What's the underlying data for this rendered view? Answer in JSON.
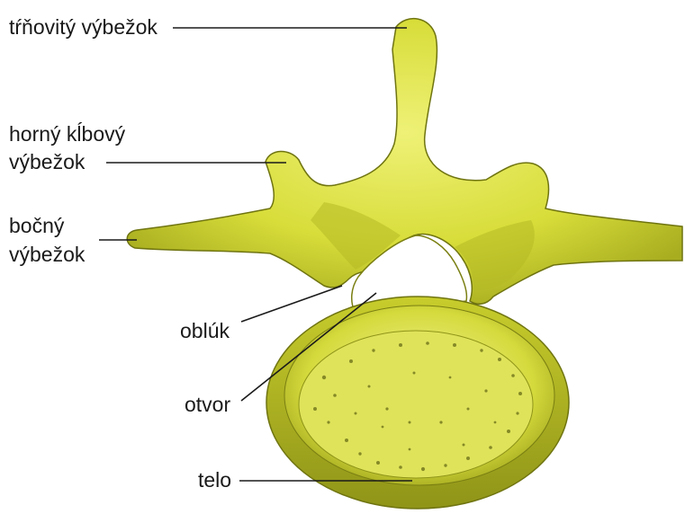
{
  "labels": {
    "spinous_process": "tŕňovitý výbežok",
    "superior_articular_process": [
      "horný kĺbový",
      "výbežok"
    ],
    "transverse_process": [
      "bočný",
      "výbežok"
    ],
    "arch": "oblúk",
    "foramen": "otvor",
    "body": "telo"
  },
  "colors": {
    "bone_fill": "#d8dd3a",
    "bone_light": "#eef176",
    "bone_dark": "#8f9418",
    "bone_outline": "#6f7410",
    "leader_line": "#1a1a1a",
    "cancellous_spots": "#5f6412"
  }
}
